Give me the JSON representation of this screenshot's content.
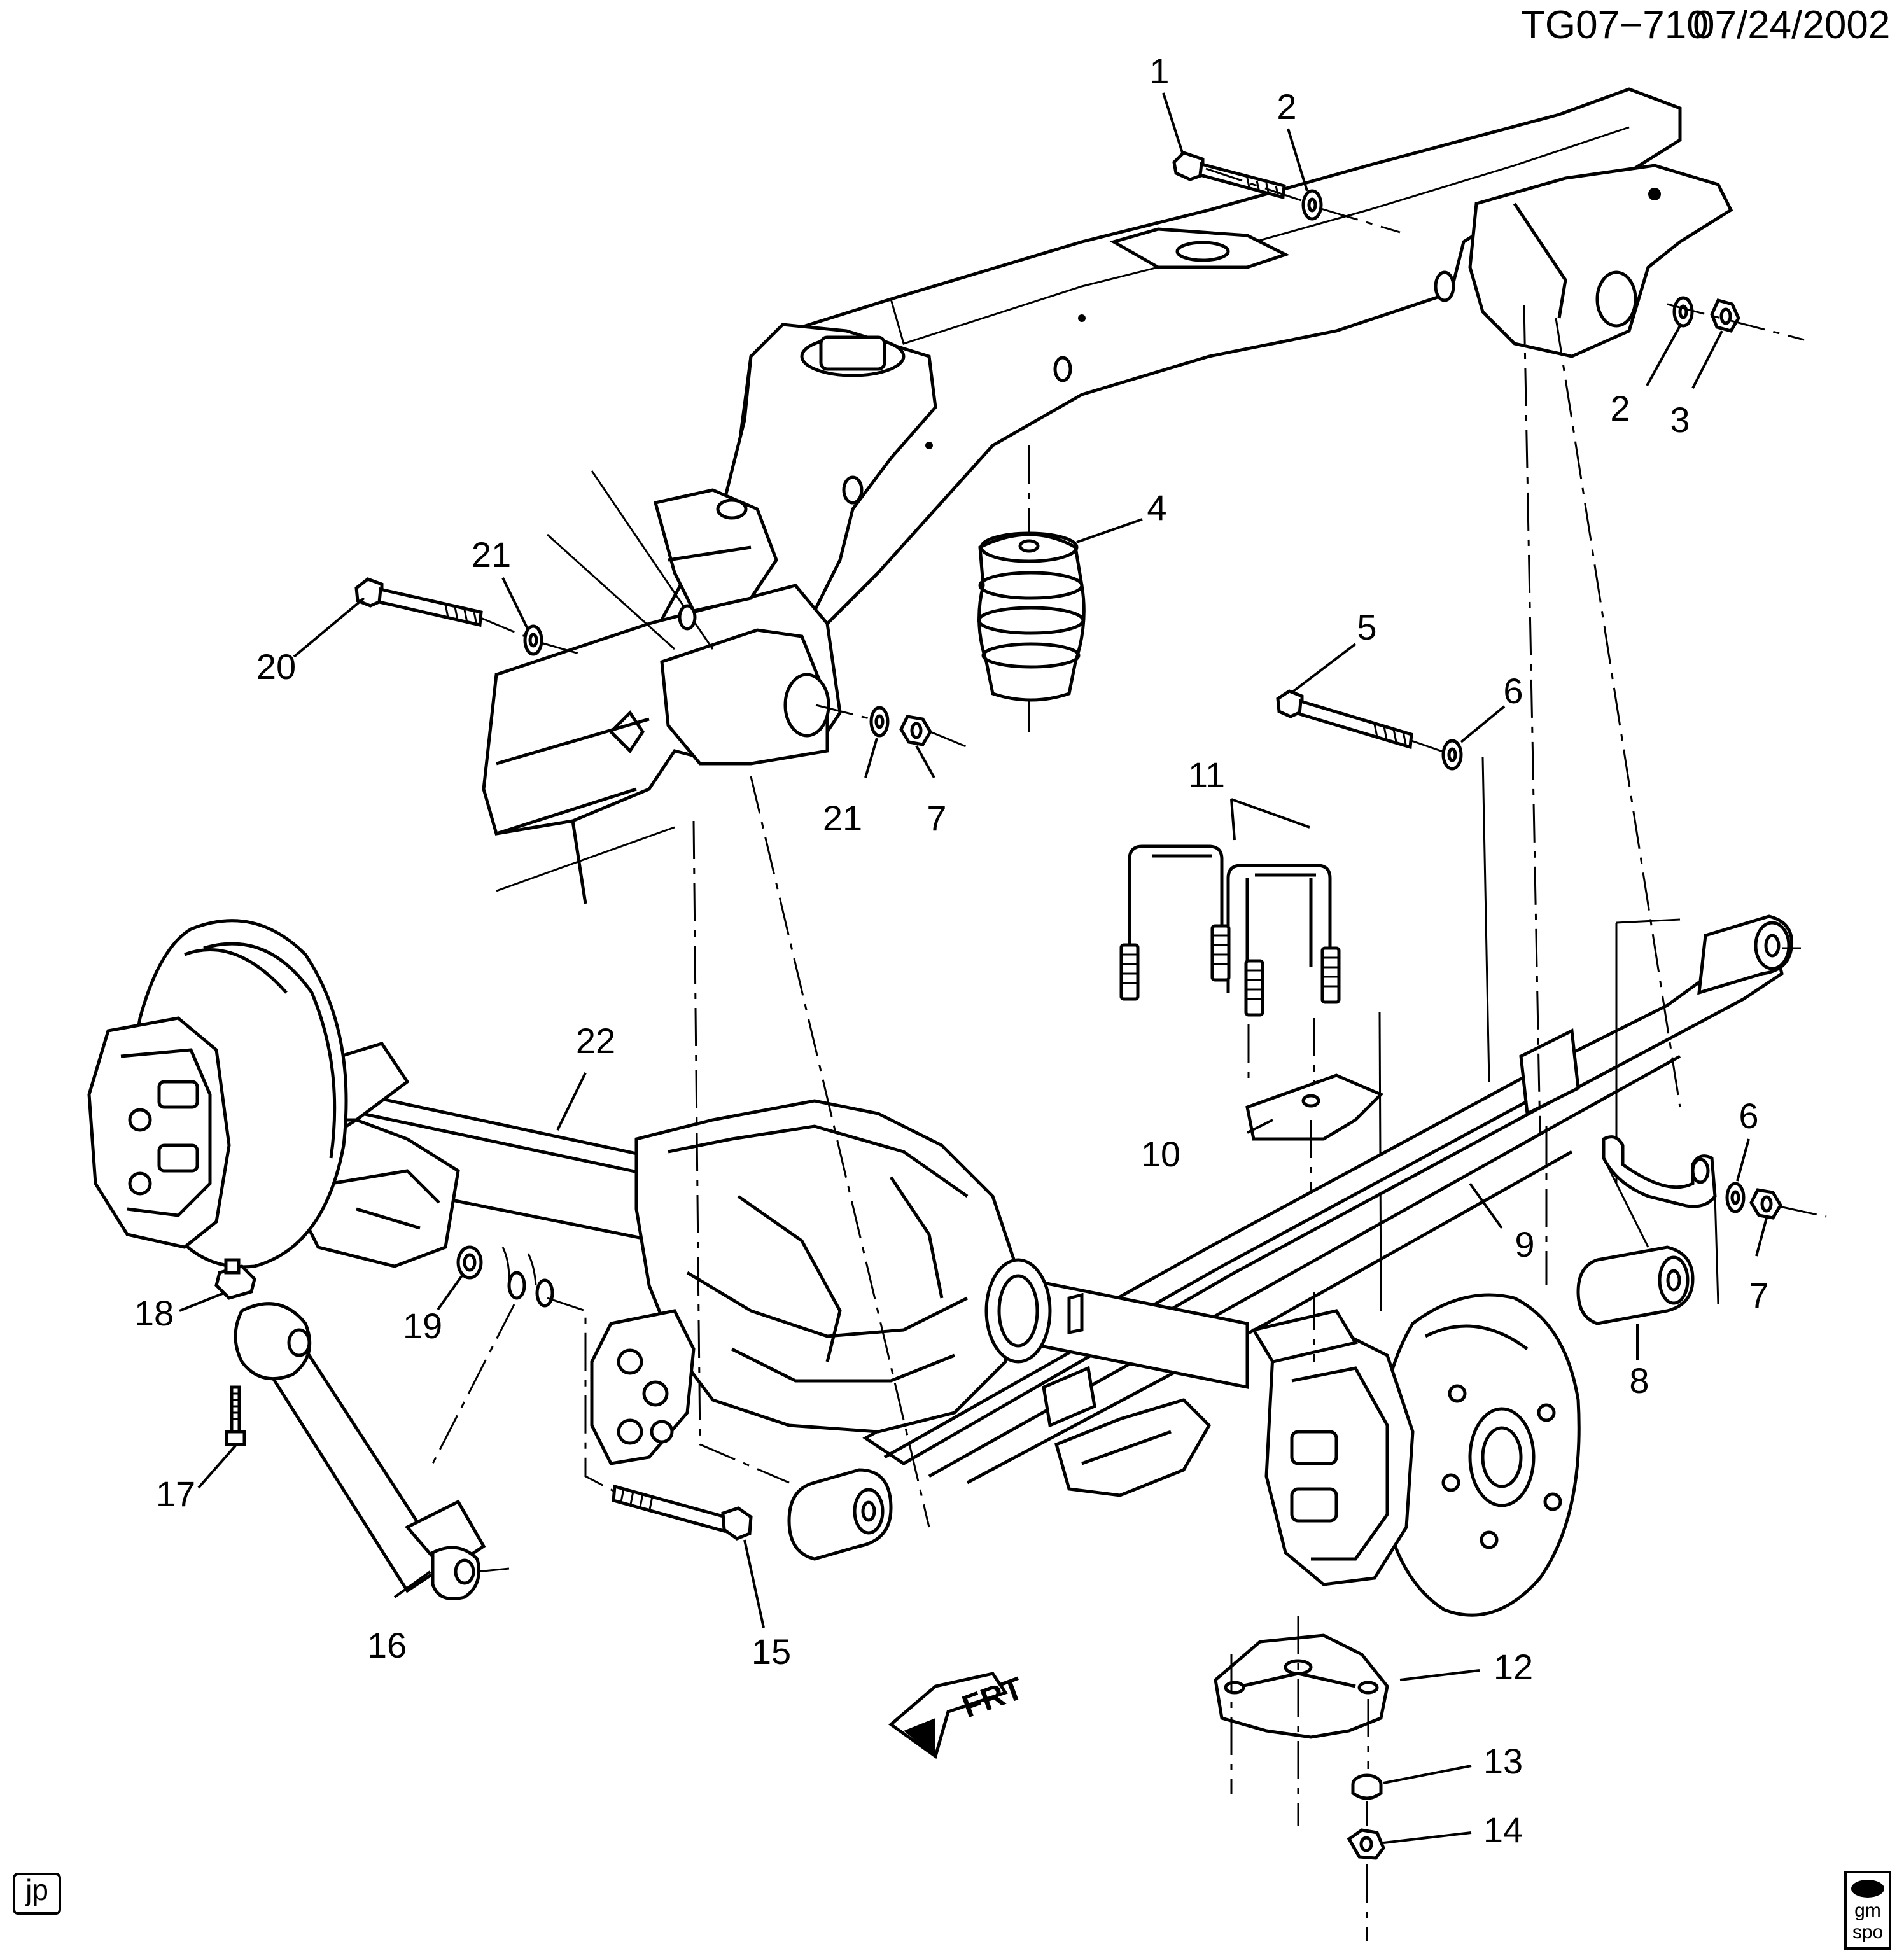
{
  "header": {
    "code": "TG07−710",
    "date": "07/24/2002"
  },
  "callouts": [
    "1",
    "2",
    "2",
    "3",
    "4",
    "5",
    "6",
    "6",
    "7",
    "7",
    "8",
    "9",
    "10",
    "11",
    "12",
    "13",
    "14",
    "15",
    "16",
    "17",
    "18",
    "19",
    "20",
    "21",
    "21",
    "22"
  ],
  "badges": {
    "artist": "jp",
    "logo_top": "gm",
    "logo_bottom": "spo"
  },
  "front_arrow": {
    "text": "FRT"
  }
}
